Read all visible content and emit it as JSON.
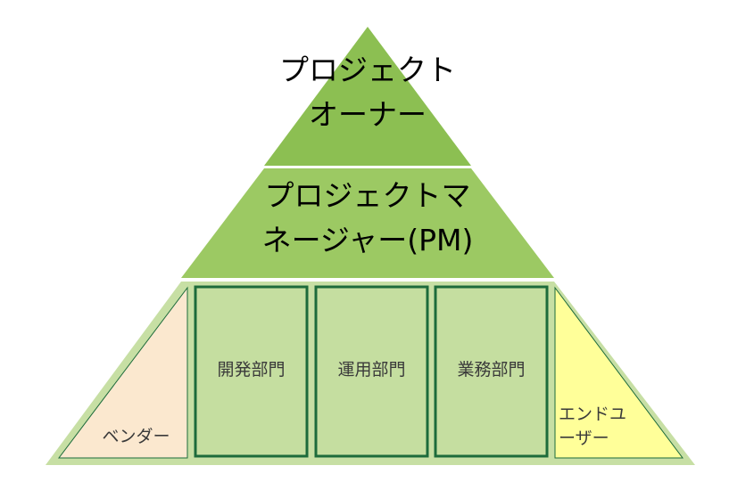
{
  "tiers": {
    "top": {
      "line1": "プロジェクト",
      "line2": "オーナー",
      "color": "#8cbf52"
    },
    "middle": {
      "line1": "プロジェクトマ",
      "line2": "ネージャー(PM)",
      "color": "#9cc963"
    },
    "bottom": {
      "color": "#c7dfa4",
      "vendor": {
        "label": "ベンダー",
        "color": "#fbe8cf"
      },
      "departments": [
        {
          "label": "開発部門"
        },
        {
          "label": "運用部門"
        },
        {
          "label": "業務部門"
        }
      ],
      "department_fill": "#c5dea0",
      "department_border": "#1d6b3b",
      "end_user": {
        "line1": "エンドユ",
        "line2": "ーザー",
        "color": "#ffff99"
      }
    }
  }
}
